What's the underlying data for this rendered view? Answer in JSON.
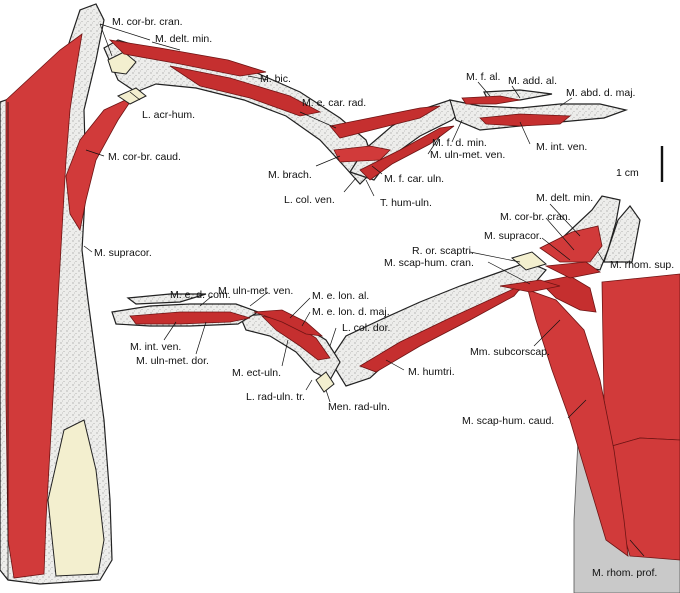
{
  "scale_bar": {
    "label": "1 cm"
  },
  "labels": {
    "cor_br_cran_top": "M. cor-br. cran.",
    "delt_min_top": "M. delt. min.",
    "bic": "M. bic.",
    "acr_hum": "L. acr-hum.",
    "e_car_rad": "M. e. car. rad.",
    "f_al": "M. f. al.",
    "add_al": "M. add. al.",
    "abd_d_maj": "M. abd. d. maj.",
    "f_d_min": "M. f. d. min.",
    "int_ven_top": "M. int. ven.",
    "uln_met_ven_top": "M. uln-met. ven.",
    "cor_br_caud": "M. cor-br. caud.",
    "brach": "M. brach.",
    "f_car_uln": "M. f. car. uln.",
    "col_ven": "L. col. ven.",
    "hum_uln": "T. hum-uln.",
    "supracor_left": "M. supracor.",
    "delt_min_right": "M. delt. min.",
    "cor_br_cran_right": "M. cor-br. cran.",
    "supracor_right": "M. supracor.",
    "or_scaptri": "R. or. scaptri.",
    "rhom_sup": "M. rhom. sup.",
    "scap_hum_cran": "M. scap-hum. cran.",
    "e_d_com": "M. e. d. com.",
    "uln_met_ven_bottom": "M. uln-met. ven.",
    "e_lon_al": "M. e. lon. al.",
    "e_lon_d_maj": "M. e. lon. d. maj.",
    "col_dor": "L. col. dor.",
    "int_ven_bottom": "M. int. ven.",
    "uln_met_dor": "M. uln-met. dor.",
    "subcorscap": "Mm. subcorscap.",
    "ect_uln": "M. ect-uln.",
    "humtri": "M. humtri.",
    "rad_uln_tr": "L. rad-uln. tr.",
    "men_rad_uln": "Men. rad-uln.",
    "scap_hum_caud": "M. scap-hum. caud.",
    "rhom_prof": "M. rhom. prof."
  },
  "colors": {
    "muscle": "#d13a3a",
    "bone": "#ececea",
    "cartilage": "#f3efcf",
    "background_tissue": "#c9c9c9"
  }
}
